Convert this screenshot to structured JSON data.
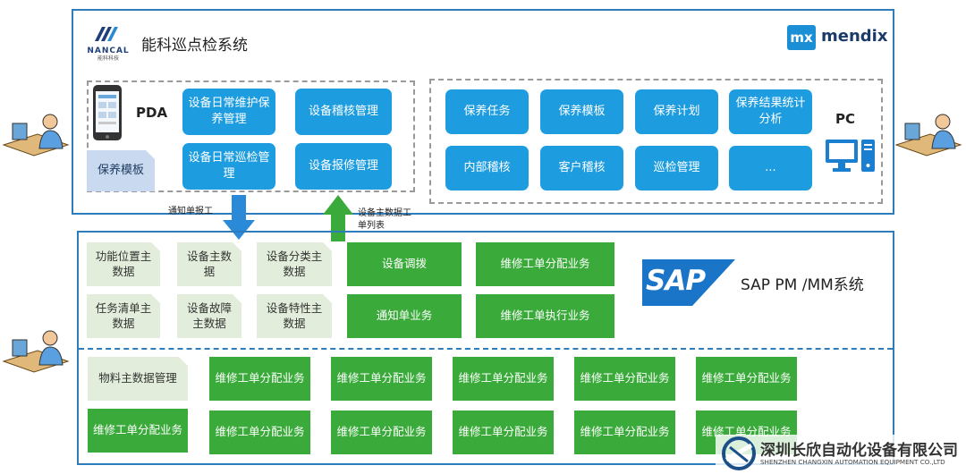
{
  "top_system": {
    "logo_text": "NANCAL",
    "logo_sub": "能科科技",
    "title": "能科巡点检系统",
    "mendix_badge": "mx",
    "mendix_name": "mendix"
  },
  "pda": {
    "label": "PDA",
    "template": "保养模板",
    "modules": [
      "设备日常维护保养管理",
      "设备稽核管理",
      "设备日常巡检管理",
      "设备报修管理"
    ]
  },
  "pc": {
    "label": "PC",
    "modules": [
      "保养任务",
      "保养模板",
      "保养计划",
      "保养结果统计分析",
      "内部稽核",
      "客户稽核",
      "巡检管理",
      "..."
    ]
  },
  "arrows": {
    "down_label": "通知单报工",
    "up_label": "设备主数据工单列表"
  },
  "sap": {
    "logo": "SAP",
    "system_name": "SAP PM /MM系统",
    "master_data": [
      "功能位置主数据",
      "设备主数据",
      "设备分类主数据",
      "任务清单主数据",
      "设备故障主数据",
      "设备特性主数据"
    ],
    "business": [
      "设备调拨",
      "维修工单分配业务",
      "通知单业务",
      "维修工单执行业务"
    ],
    "mm_master": "物料主数据管理",
    "lower_row1": [
      "维修工单分配业务",
      "维修工单分配业务",
      "维修工单分配业务",
      "维修工单分配业务",
      "维修工单分配业务"
    ],
    "lower_row2_first": "维修工单分配业务",
    "lower_row2": [
      "维修工单分配业务",
      "维修工单分配业务",
      "维修工单分配业务",
      "维修工单分配业务",
      "维修工单分配业务"
    ]
  },
  "watermark": {
    "cn": "深圳长欣自动化设备有限公司",
    "en": "SHENZHEN CHANGXIN AUTOMATION EQUIPMENT CO.,LTD"
  },
  "colors": {
    "frame_blue": "#2d7dbd",
    "module_blue": "#1d9ce0",
    "sap_green": "#3aab3a",
    "master_green": "#e2eedb",
    "mendix_blue": "#1a8fd6",
    "sap_logo": "#1a75c9"
  }
}
